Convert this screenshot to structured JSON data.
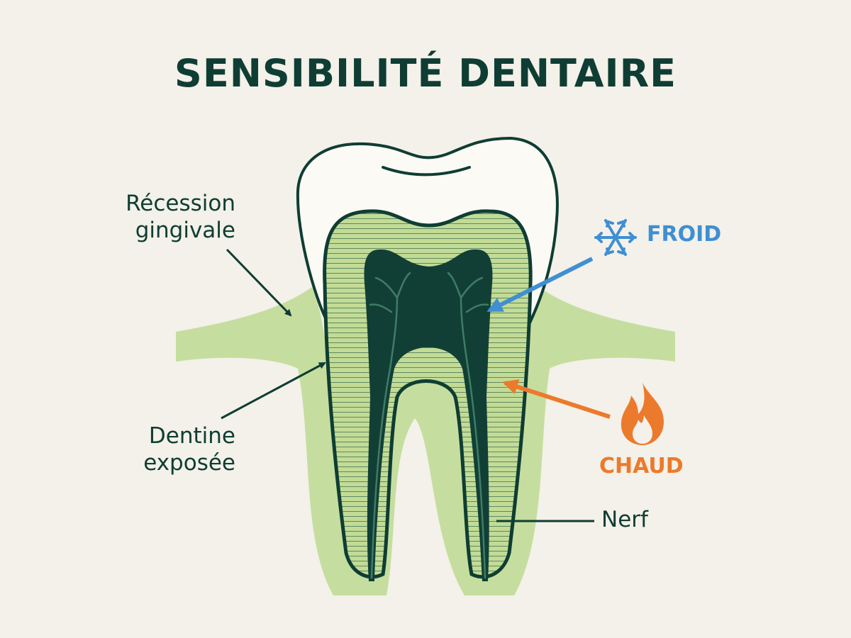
{
  "title": "SENSIBILITÉ DENTAIRE",
  "labels": {
    "gum_recession": [
      "Récession",
      "gingivale"
    ],
    "exposed_dentin": [
      "Dentine",
      "exposée"
    ],
    "nerve": "Nerf",
    "cold": "FROID",
    "hot": "CHAUD"
  },
  "colors": {
    "background": "#f3f1e9",
    "dark_green": "#0f3d33",
    "gum_green": "#c5de9f",
    "dentin_green": "#b9d48c",
    "cold_blue": "#3f8fd2",
    "hot_orange": "#ec7a2c"
  },
  "icons": {
    "cold": "snowflake-icon",
    "hot": "flame-icon"
  }
}
